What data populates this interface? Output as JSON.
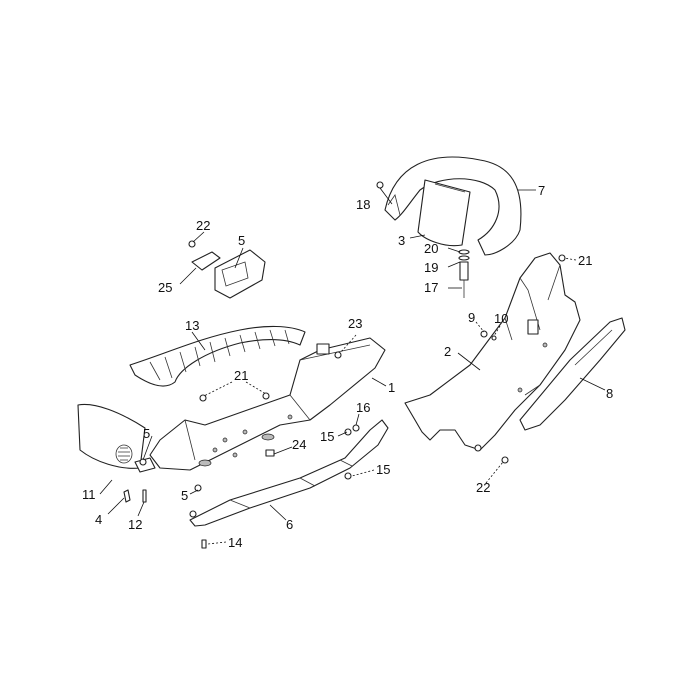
{
  "diagram": {
    "callouts": [
      {
        "id": "c1",
        "label": "1"
      },
      {
        "id": "c2",
        "label": "2"
      },
      {
        "id": "c3",
        "label": "3"
      },
      {
        "id": "c4",
        "label": "4"
      },
      {
        "id": "c5a",
        "label": "5"
      },
      {
        "id": "c5b",
        "label": "5"
      },
      {
        "id": "c5c",
        "label": "5"
      },
      {
        "id": "c6",
        "label": "6"
      },
      {
        "id": "c7",
        "label": "7"
      },
      {
        "id": "c8",
        "label": "8"
      },
      {
        "id": "c9",
        "label": "9"
      },
      {
        "id": "c10",
        "label": "10"
      },
      {
        "id": "c11",
        "label": "11"
      },
      {
        "id": "c12",
        "label": "12"
      },
      {
        "id": "c13",
        "label": "13"
      },
      {
        "id": "c14",
        "label": "14"
      },
      {
        "id": "c15a",
        "label": "15"
      },
      {
        "id": "c15b",
        "label": "15"
      },
      {
        "id": "c16",
        "label": "16"
      },
      {
        "id": "c17",
        "label": "17"
      },
      {
        "id": "c18",
        "label": "18"
      },
      {
        "id": "c19",
        "label": "19"
      },
      {
        "id": "c20",
        "label": "20"
      },
      {
        "id": "c21a",
        "label": "21"
      },
      {
        "id": "c21b",
        "label": "21"
      },
      {
        "id": "c22a",
        "label": "22"
      },
      {
        "id": "c22b",
        "label": "22"
      },
      {
        "id": "c23",
        "label": "23"
      },
      {
        "id": "c24",
        "label": "24"
      },
      {
        "id": "c25",
        "label": "25"
      }
    ]
  }
}
